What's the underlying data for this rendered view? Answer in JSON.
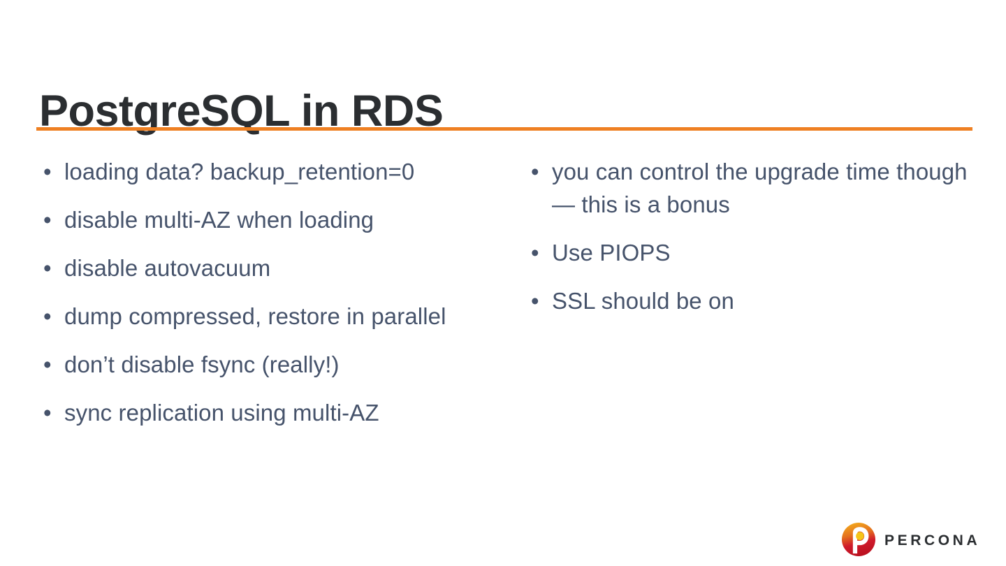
{
  "slide": {
    "title": "PostgreSQL in RDS",
    "background_color": "#ffffff",
    "title_color": "#2b2e31",
    "rule_color": "#ef8022",
    "body_text_color": "#46536b",
    "bullet_glyph": "•"
  },
  "columns": {
    "left": {
      "name": "left-bullet-column",
      "items": [
        {
          "text": "loading data? backup_retention=0"
        },
        {
          "text": "disable multi-AZ when loading"
        },
        {
          "text": "disable autovacuum"
        },
        {
          "text": "dump compressed, restore in parallel"
        },
        {
          "text": "don’t disable fsync (really!)"
        },
        {
          "text": "sync replication using multi-AZ"
        }
      ]
    },
    "right": {
      "name": "right-bullet-column",
      "items": [
        {
          "text": "you can control the upgrade time though — this is a bonus"
        },
        {
          "text": "Use PIOPS"
        },
        {
          "text": "SSL should be on"
        }
      ]
    }
  },
  "logo": {
    "wordmark": "PERCONA",
    "mark_colors": {
      "ring_outer_top": "#f0a020",
      "ring_outer_bottom": "#c8102e",
      "inner_dot": "#f5c518",
      "letter": "#ffffff"
    }
  }
}
